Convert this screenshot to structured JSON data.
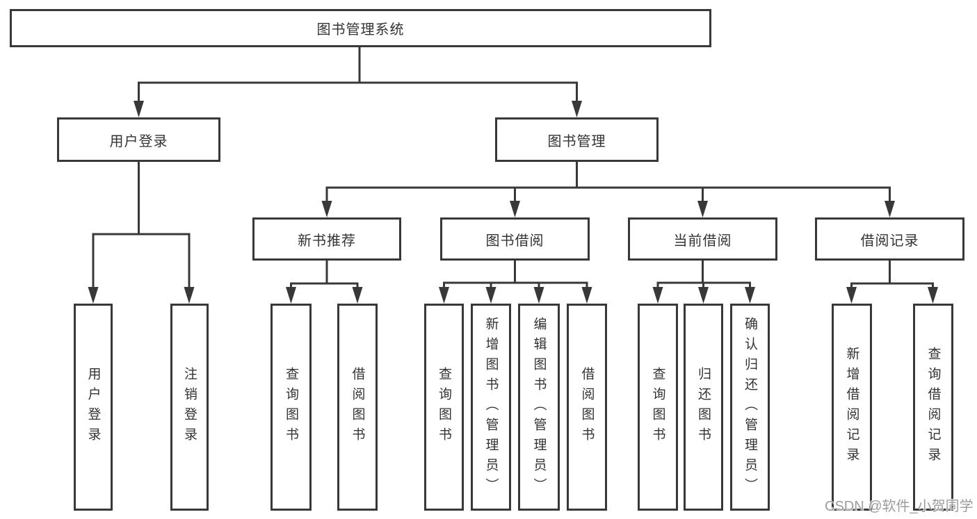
{
  "nodes": {
    "root": {
      "label": "图书管理系统"
    },
    "user_login": {
      "label": "用户登录"
    },
    "book_management": {
      "label": "图书管理"
    },
    "new_book_recommend": {
      "label": "新书推荐"
    },
    "book_borrow": {
      "label": "图书借阅"
    },
    "current_borrow": {
      "label": "当前借阅"
    },
    "borrow_records": {
      "label": "借阅记录"
    },
    "leaf_user_login": {
      "label": "用户登录"
    },
    "leaf_logout": {
      "label": "注销登录"
    },
    "leaf_query_book_recommend": {
      "label": "查询图书"
    },
    "leaf_borrow_book_recommend": {
      "label": "借阅图书"
    },
    "leaf_query_book_borrow": {
      "label": "查询图书"
    },
    "leaf_add_book": {
      "label": "新增图书（管理员）"
    },
    "leaf_edit_book": {
      "label": "编辑图书（管理员）"
    },
    "leaf_borrow_book_borrow": {
      "label": "借阅图书"
    },
    "leaf_query_book_current": {
      "label": "查询图书"
    },
    "leaf_return_book": {
      "label": "归还图书"
    },
    "leaf_confirm_return": {
      "label": "确认归还（管理员）"
    },
    "leaf_add_borrow_record": {
      "label": "新增借阅记录"
    },
    "leaf_query_borrow_record": {
      "label": "查询借阅记录"
    }
  },
  "edges": [
    [
      "图书管理系统",
      "用户登录"
    ],
    [
      "图书管理系统",
      "图书管理"
    ],
    [
      "用户登录",
      "用户登录"
    ],
    [
      "用户登录",
      "注销登录"
    ],
    [
      "图书管理",
      "新书推荐"
    ],
    [
      "图书管理",
      "图书借阅"
    ],
    [
      "图书管理",
      "当前借阅"
    ],
    [
      "图书管理",
      "借阅记录"
    ],
    [
      "新书推荐",
      "查询图书"
    ],
    [
      "新书推荐",
      "借阅图书"
    ],
    [
      "图书借阅",
      "查询图书"
    ],
    [
      "图书借阅",
      "新增图书（管理员）"
    ],
    [
      "图书借阅",
      "编辑图书（管理员）"
    ],
    [
      "图书借阅",
      "借阅图书"
    ],
    [
      "当前借阅",
      "查询图书"
    ],
    [
      "当前借阅",
      "归还图书"
    ],
    [
      "当前借阅",
      "确认归还（管理员）"
    ],
    [
      "借阅记录",
      "新增借阅记录"
    ],
    [
      "借阅记录",
      "查询借阅记录"
    ]
  ],
  "watermark": {
    "label": "CSDN @软件_小贺同学"
  },
  "colors": {
    "background": "#ffffff",
    "line": "#383838",
    "text": "#333333",
    "watermark": "#9c9c9c"
  }
}
